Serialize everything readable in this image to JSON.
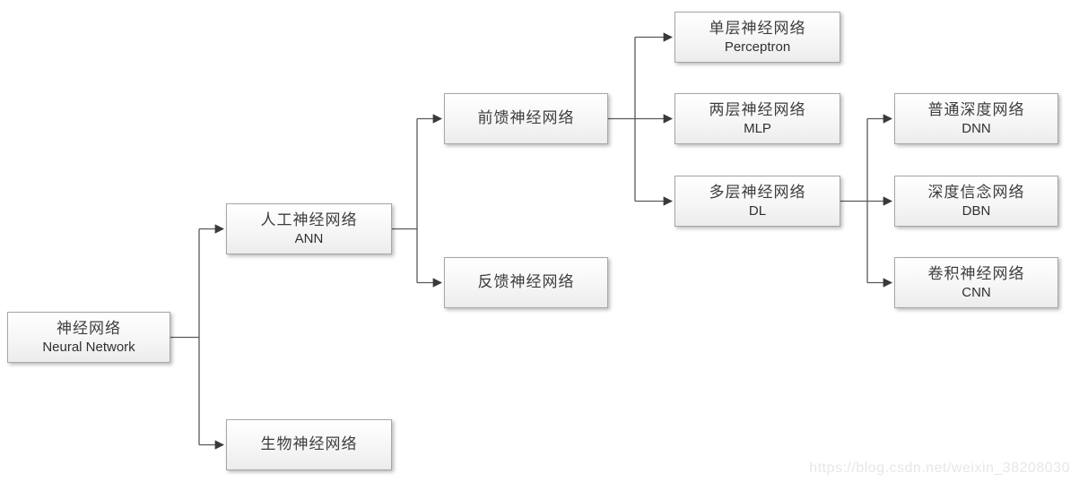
{
  "nodes": {
    "root": {
      "zh": "神经网络",
      "en": "Neural Network"
    },
    "ann": {
      "zh": "人工神经网络",
      "en": "ANN"
    },
    "bio": {
      "zh": "生物神经网络"
    },
    "feedforward": {
      "zh": "前馈神经网络"
    },
    "feedback": {
      "zh": "反馈神经网络"
    },
    "perceptron": {
      "zh": "单层神经网络",
      "en": "Perceptron"
    },
    "mlp": {
      "zh": "两层神经网络",
      "en": "MLP"
    },
    "dl": {
      "zh": "多层神经网络",
      "en": "DL"
    },
    "dnn": {
      "zh": "普通深度网络",
      "en": "DNN"
    },
    "dbn": {
      "zh": "深度信念网络",
      "en": "DBN"
    },
    "cnn": {
      "zh": "卷积神经网络",
      "en": "CNN"
    }
  },
  "edges": [
    [
      "root",
      "ann"
    ],
    [
      "root",
      "bio"
    ],
    [
      "ann",
      "feedforward"
    ],
    [
      "ann",
      "feedback"
    ],
    [
      "feedforward",
      "perceptron"
    ],
    [
      "feedforward",
      "mlp"
    ],
    [
      "feedforward",
      "dl"
    ],
    [
      "dl",
      "dnn"
    ],
    [
      "dl",
      "dbn"
    ],
    [
      "dl",
      "cnn"
    ]
  ],
  "watermark": "https://blog.csdn.net/weixin_38208030",
  "colors": {
    "box_border": "#a6a6a6",
    "box_fill_top": "#ffffff",
    "box_fill_bottom": "#ececec",
    "connector_line": "#595959",
    "arrowhead": "#3a3a3a",
    "text": "#3d3d3d",
    "watermark_text": "#e7e7e7"
  }
}
